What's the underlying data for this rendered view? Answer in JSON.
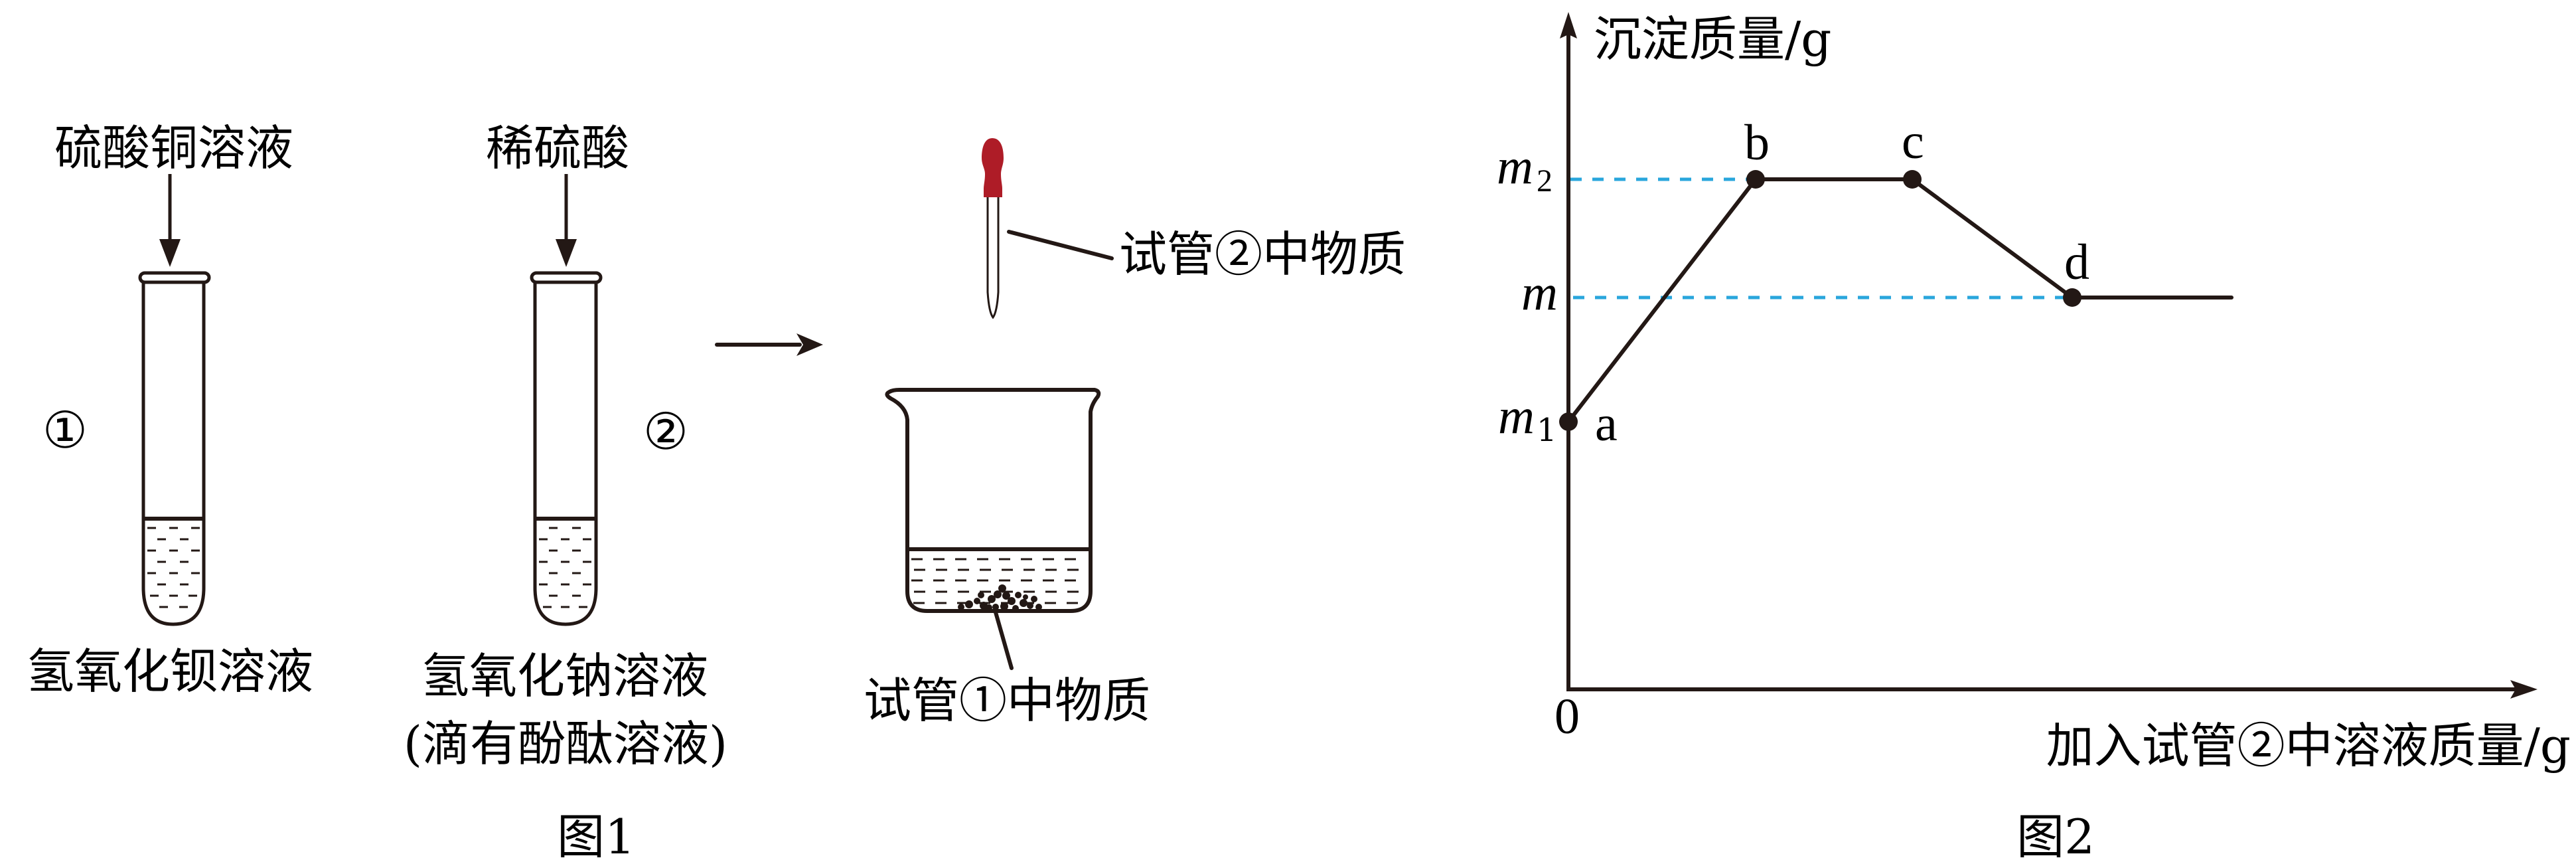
{
  "figure1": {
    "caption": "图1",
    "tube1": {
      "number": "①",
      "reagent_added": "硫酸铜溶液",
      "contents": "氢氧化钡溶液"
    },
    "tube2": {
      "number": "②",
      "reagent_added": "稀硫酸",
      "contents_line1": "氢氧化钠溶液",
      "contents_line2": "(滴有酚酞溶液)"
    },
    "dropper_label": "试管②中物质",
    "beaker_label": "试管①中物质"
  },
  "figure2": {
    "caption": "图2",
    "y_axis_label": "沉淀质量/g",
    "x_axis_label": "加入试管②中溶液质量/g",
    "origin_label": "0",
    "y_ticks": [
      {
        "base": "m",
        "sub": "2",
        "level": "m2"
      },
      {
        "base": "m",
        "sub": "",
        "level": "m"
      },
      {
        "base": "m",
        "sub": "1",
        "level": "m1"
      }
    ],
    "point_labels": {
      "a": "a",
      "b": "b",
      "c": "c",
      "d": "d"
    }
  },
  "colors": {
    "ink": "#231815",
    "guide_dashed": "#29a6dc",
    "dropper_bulb": "#ae1c27"
  },
  "chart_data": {
    "type": "line",
    "title": "图2",
    "xlabel": "加入试管②中溶液质量/g",
    "ylabel": "沉淀质量/g",
    "grid": false,
    "legend": null,
    "points": [
      {
        "label": "a",
        "x": 0,
        "y": "m1"
      },
      {
        "label": "b",
        "x": "x_b",
        "y": "m2"
      },
      {
        "label": "c",
        "x": "x_c",
        "y": "m2"
      },
      {
        "label": "d",
        "x": "x_d",
        "y": "m"
      },
      {
        "label": "",
        "x": "x_end",
        "y": "m"
      }
    ],
    "relative_positions": {
      "x": [
        0,
        0.194,
        0.356,
        0.522,
        0.686
      ],
      "y": [
        0.39,
        0.746,
        0.746,
        0.578,
        0.578
      ],
      "note": "fractions of axis length measured from origin (x axis length ≈ 1458px, y axis length ≈ 1018px)"
    },
    "y_levels_order": [
      "m1",
      "m",
      "m2"
    ],
    "annotations": [
      "dashed guide from m2 to b",
      "dashed guide from m to d"
    ]
  }
}
